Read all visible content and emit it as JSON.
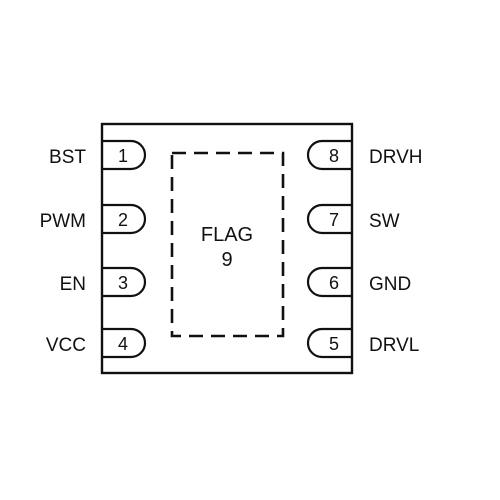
{
  "package": {
    "pins_left": [
      {
        "number": "1",
        "name": "BST"
      },
      {
        "number": "2",
        "name": "PWM"
      },
      {
        "number": "3",
        "name": "EN"
      },
      {
        "number": "4",
        "name": "VCC"
      }
    ],
    "pins_right": [
      {
        "number": "8",
        "name": "DRVH"
      },
      {
        "number": "7",
        "name": "SW"
      },
      {
        "number": "6",
        "name": "GND"
      },
      {
        "number": "5",
        "name": "DRVL"
      }
    ],
    "pad_label": "FLAG",
    "pad_number": "9"
  }
}
